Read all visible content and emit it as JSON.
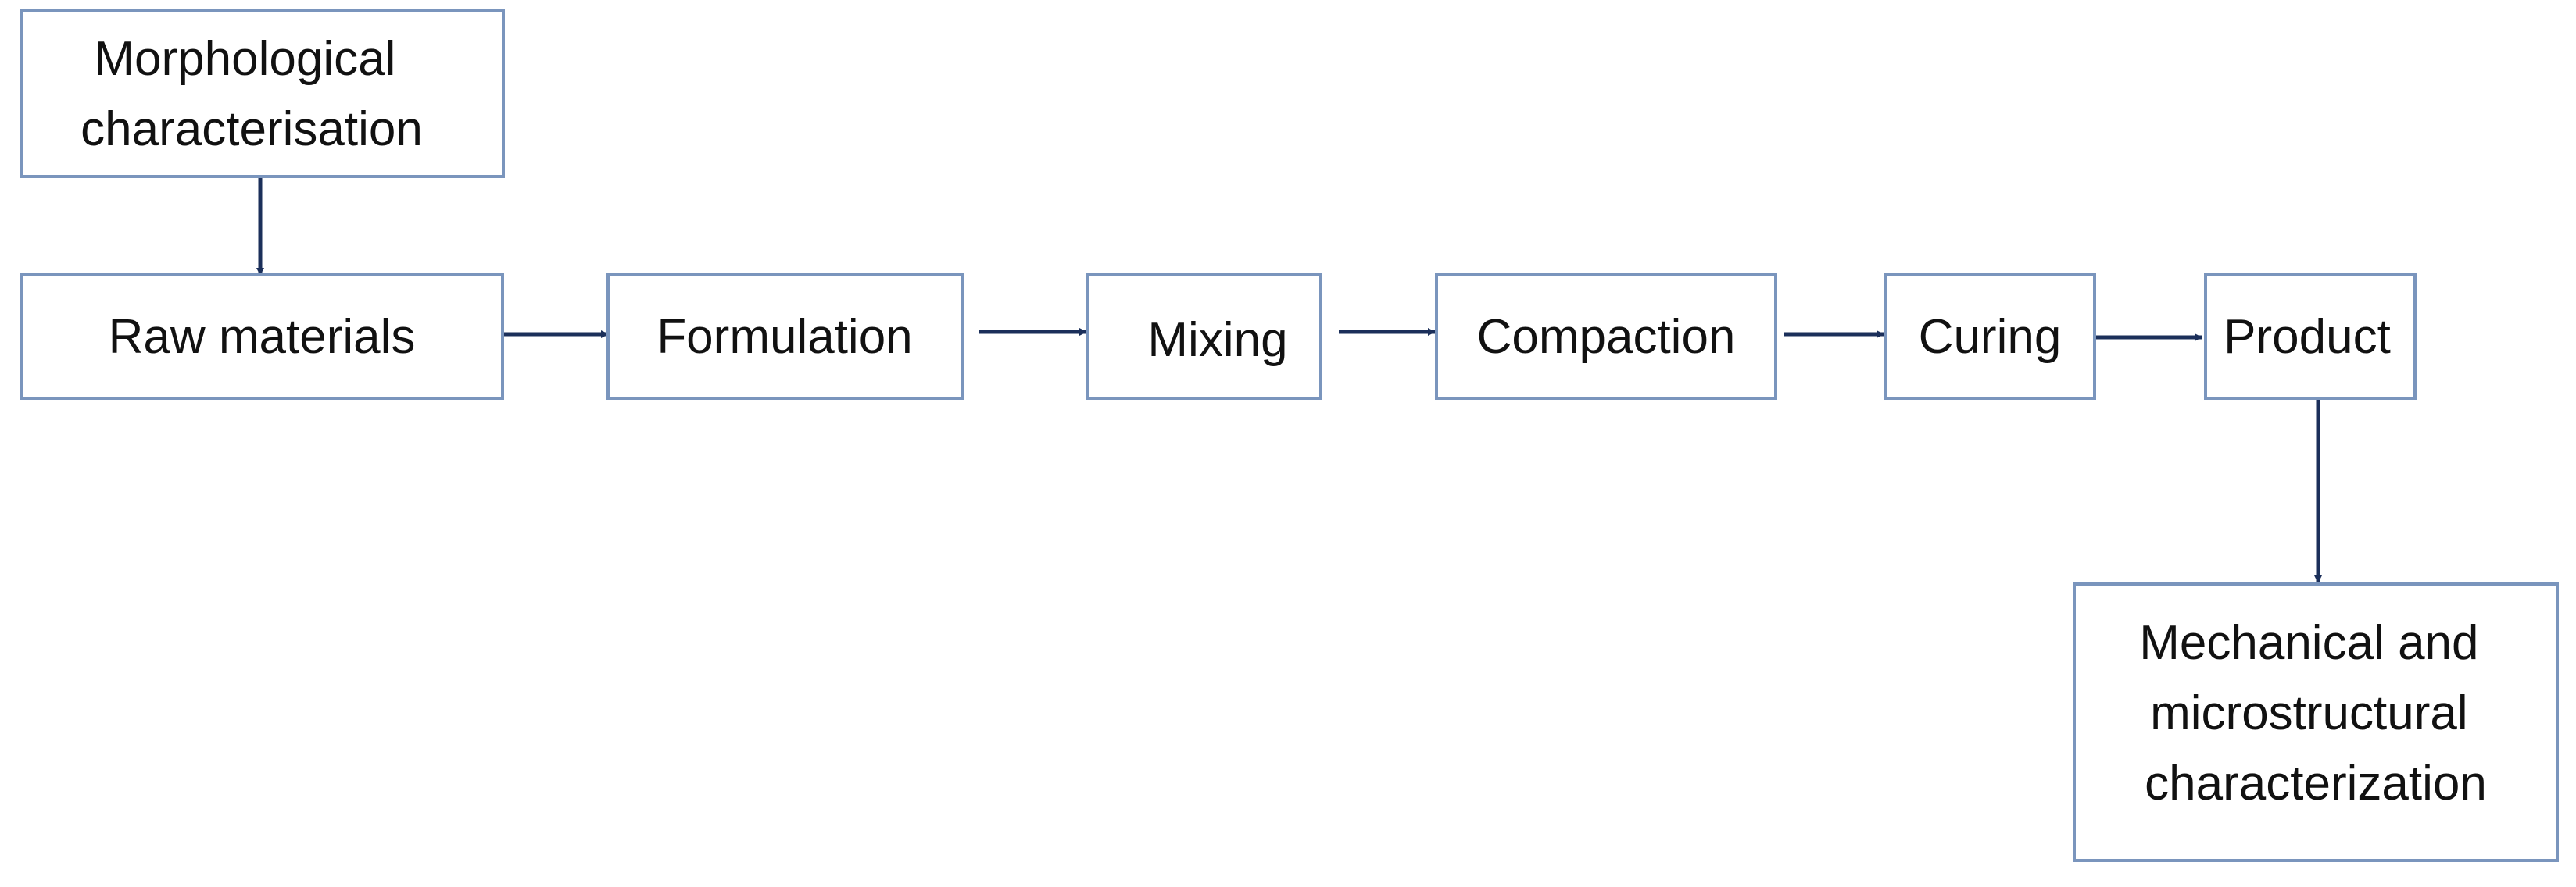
{
  "diagram": {
    "nodes": {
      "morphological": {
        "lines": [
          "Morphological",
          "characterisation"
        ]
      },
      "raw_materials": {
        "lines": [
          "Raw materials"
        ]
      },
      "formulation": {
        "lines": [
          "Formulation"
        ]
      },
      "mixing": {
        "lines": [
          "Mixing"
        ]
      },
      "compaction": {
        "lines": [
          "Compaction"
        ]
      },
      "curing": {
        "lines": [
          "Curing"
        ]
      },
      "product": {
        "lines": [
          "Product"
        ]
      },
      "mechanical": {
        "lines": [
          "Mechanical and",
          "microstructural",
          "characterization"
        ]
      }
    },
    "edges": [
      {
        "from": "morphological",
        "to": "raw_materials"
      },
      {
        "from": "raw_materials",
        "to": "formulation"
      },
      {
        "from": "formulation",
        "to": "mixing"
      },
      {
        "from": "mixing",
        "to": "compaction"
      },
      {
        "from": "compaction",
        "to": "curing"
      },
      {
        "from": "curing",
        "to": "product"
      },
      {
        "from": "product",
        "to": "mechanical"
      }
    ],
    "colors": {
      "box_border": "#7a95bd",
      "arrow": "#1b2f5a",
      "text": "#111111"
    }
  }
}
